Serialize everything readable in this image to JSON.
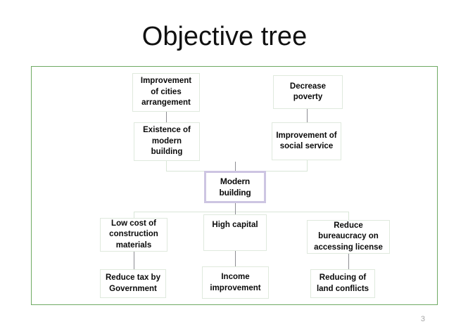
{
  "slide": {
    "title": "Objective tree",
    "page_number": "3",
    "frame_color": "#6faa63",
    "node_border_color": "#dfe9dd",
    "central_border_color": "#cdc5e2",
    "connector_color": "#8d8d93"
  },
  "diagram": {
    "type": "objective-tree",
    "nodes": [
      {
        "id": "improvement-of-cities-arrangement",
        "label": "Improvement of cities arrangement",
        "row": 1,
        "column": "left"
      },
      {
        "id": "decrease-poverty",
        "label": "Decrease poverty",
        "row": 1,
        "column": "right"
      },
      {
        "id": "existence-of-modern-building",
        "label": "Existence  of modern building",
        "row": 2,
        "column": "left"
      },
      {
        "id": "improvement-of-social-service",
        "label": "Improvement of social service",
        "row": 2,
        "column": "right"
      },
      {
        "id": "modern-building",
        "label": "Modern building",
        "row": 3,
        "column": "center",
        "central": true
      },
      {
        "id": "low-cost-of-construction-materials",
        "label": "Low cost of construction materials",
        "row": 4,
        "column": "left"
      },
      {
        "id": "high-capital",
        "label": "High capital",
        "row": 4,
        "column": "center"
      },
      {
        "id": "reduce-bureaucracy-on-accessing-license",
        "label": "Reduce bureaucracy on accessing license",
        "row": 4,
        "column": "right"
      },
      {
        "id": "reduce-tax-by-government",
        "label": "Reduce tax by Government",
        "row": 5,
        "column": "left"
      },
      {
        "id": "income-improvement",
        "label": "Income improvement",
        "row": 5,
        "column": "center"
      },
      {
        "id": "reducing-of-land-conflicts",
        "label": "Reducing of land conflicts",
        "row": 5,
        "column": "right"
      }
    ]
  }
}
